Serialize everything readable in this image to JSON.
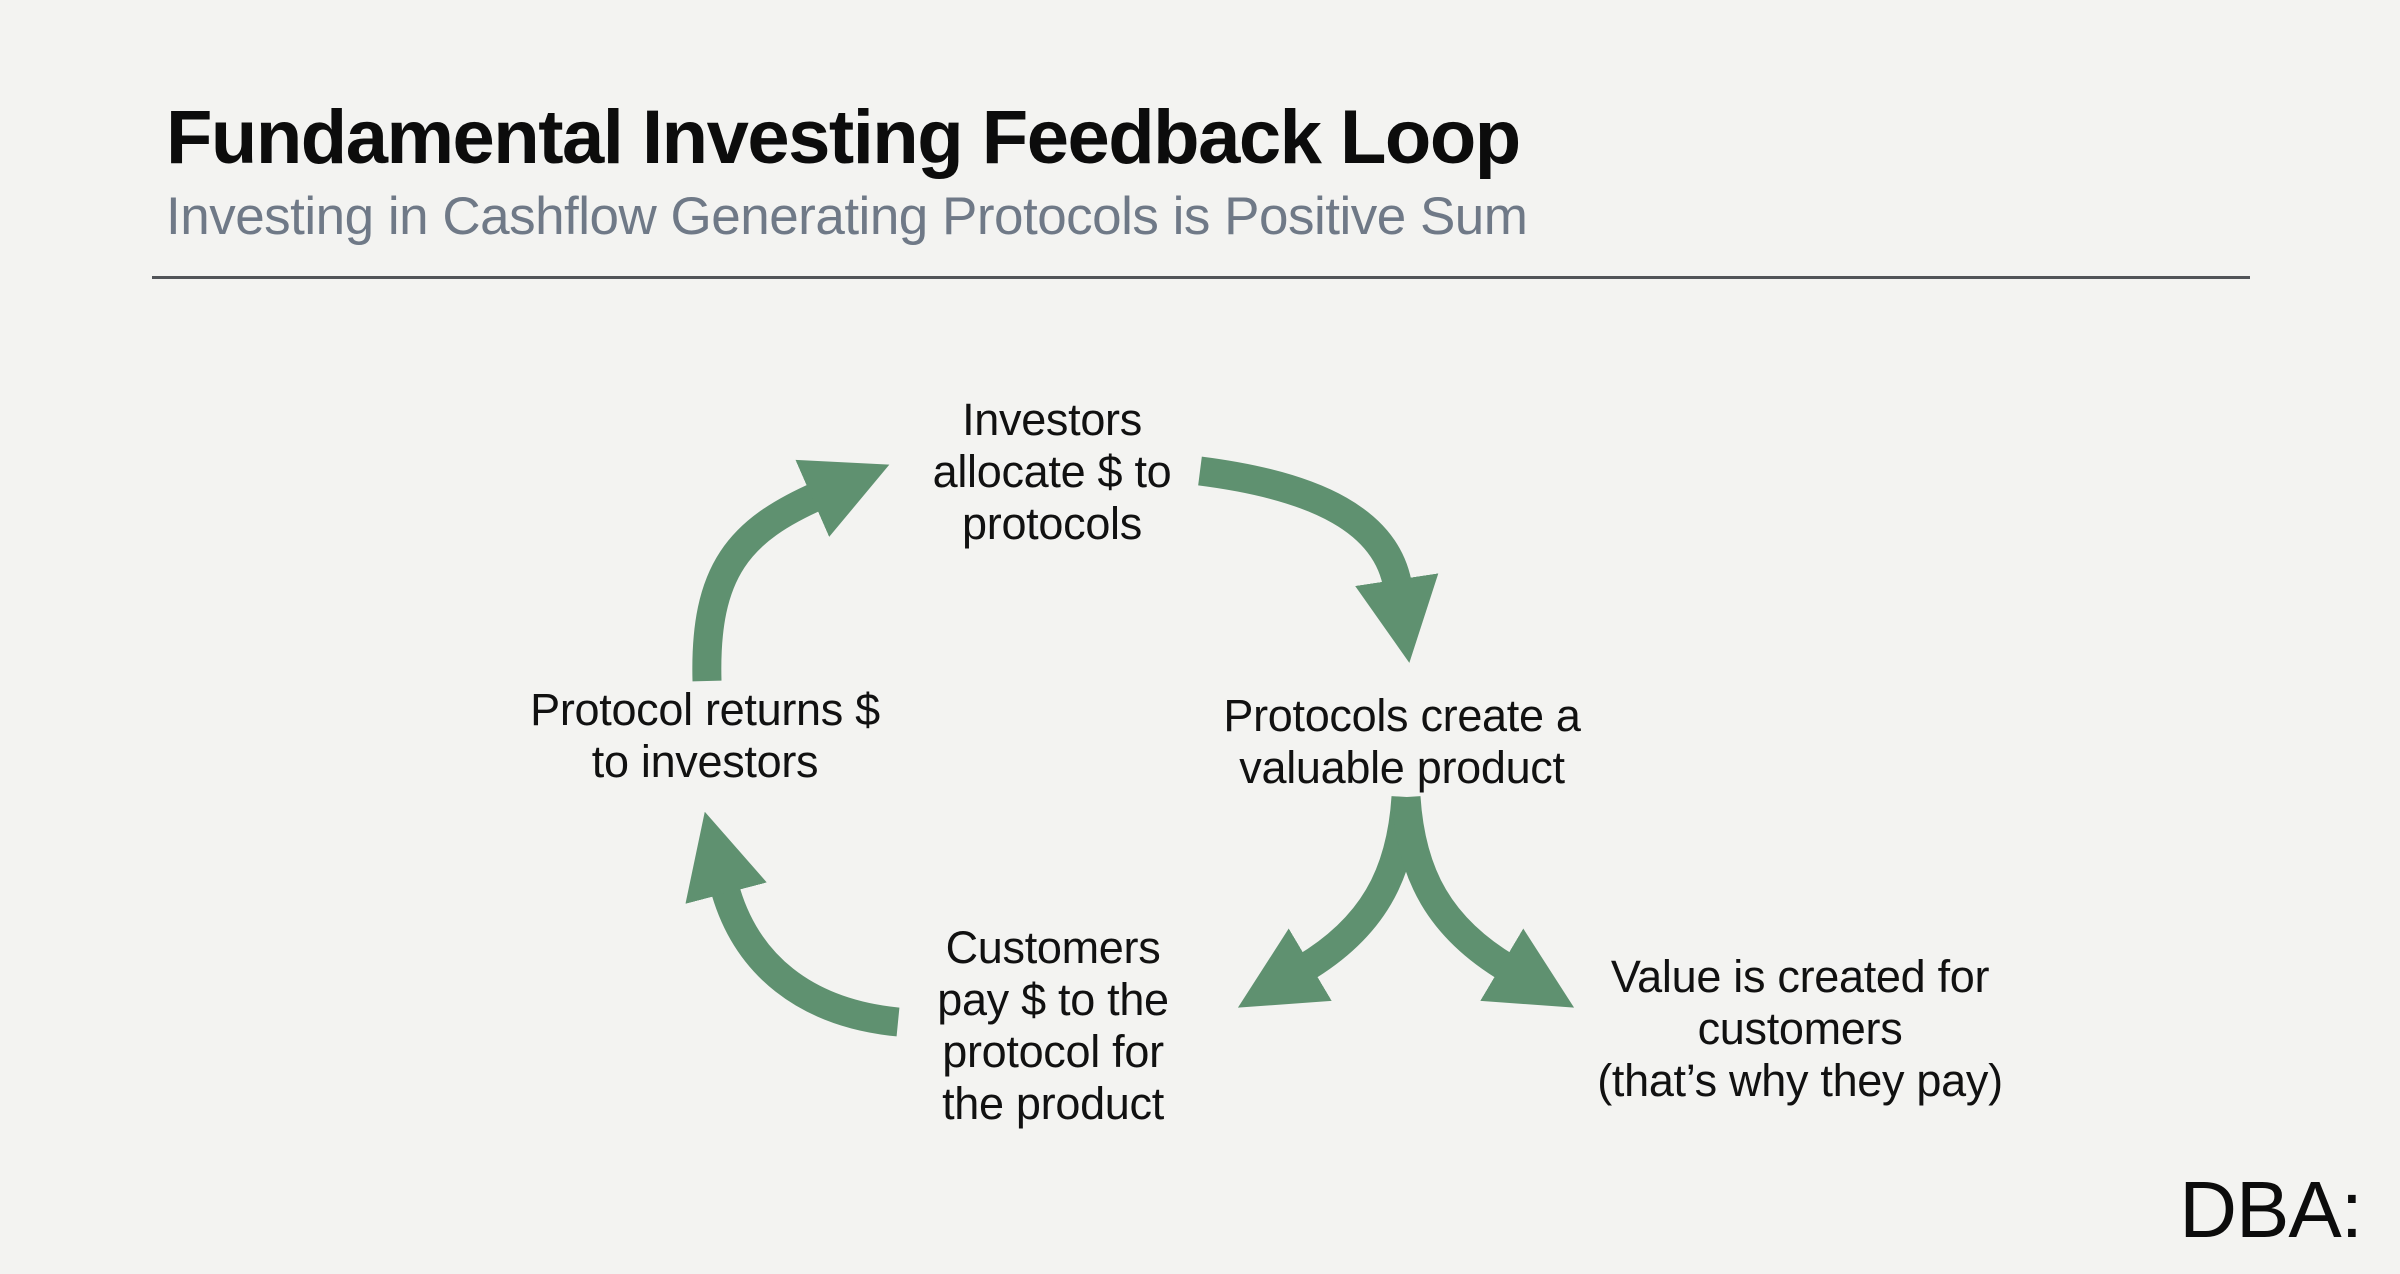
{
  "colors": {
    "background": "#f3f3f1",
    "arrow": "#5f9170",
    "title": "#0c0c0c",
    "subtitle": "#6f7987",
    "divider": "#515458",
    "node_text": "#111111"
  },
  "header": {
    "title": "Fundamental Investing Feedback Loop",
    "subtitle": "Investing in Cashflow Generating Protocols is Positive Sum"
  },
  "diagram": {
    "nodes": {
      "top": "Investors\nallocate $ to\nprotocols",
      "right": "Protocols create a\nvaluable product",
      "bottom_left": "Customers\npay $ to the\nprotocol for\nthe product",
      "bottom_right": "Value is created for\ncustomers\n(that’s why they pay)",
      "left": "Protocol returns $\nto investors"
    }
  },
  "footer": {
    "logo": "DBA:"
  }
}
